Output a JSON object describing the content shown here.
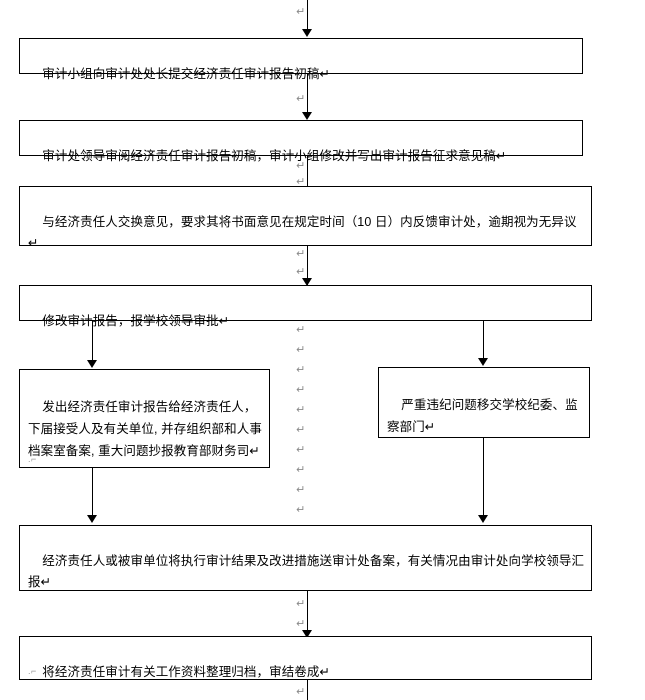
{
  "document": {
    "title": "经济责任审计工作流程图",
    "language": "zh-CN",
    "background_color": "#ffffff",
    "line_color": "#000000",
    "text_color": "#000000",
    "pilcrow_color": "#8a8a8a"
  },
  "nodes": [
    {
      "id": "node-1",
      "name": "submit-draft-report",
      "text": "审计小组向审计处处长提交经济责任审计报告初稿↵"
    },
    {
      "id": "node-2",
      "name": "review-and-revise-draft",
      "text": "审计处领导审阅经济责任审计报告初稿，审计小组修改并写出审计报告征求意见稿↵"
    },
    {
      "id": "node-3",
      "name": "exchange-opinions",
      "text": "与经济责任人交换意见，要求其将书面意见在规定时间（10 日）内反馈审计处，逾期视为无异议↵"
    },
    {
      "id": "node-4",
      "name": "revise-and-submit-for-approval",
      "text": "修改审计报告，报学校领导审批↵"
    },
    {
      "id": "node-5",
      "name": "distribute-audit-report",
      "text": "发出经济责任审计报告给经济责任人，下届接受人及有关单位, 并存组织部和人事档案室备案, 重大问题抄报教育部财务司↵"
    },
    {
      "id": "node-6",
      "name": "transfer-serious-violations",
      "text": "严重违纪问题移交学校纪委、监察部门↵"
    },
    {
      "id": "node-7",
      "name": "file-results-and-report",
      "text": "经济责任人或被审单位将执行审计结果及改进措施送审计处备案，有关情况由审计处向学校领导汇报↵"
    },
    {
      "id": "node-8",
      "name": "archive-materials",
      "text": "将经济责任审计有关工作资料整理归档，审结卷成↵"
    }
  ],
  "marks": {
    "pilcrow_glyph": "↵",
    "box_tick_glyph": ".⌐"
  }
}
